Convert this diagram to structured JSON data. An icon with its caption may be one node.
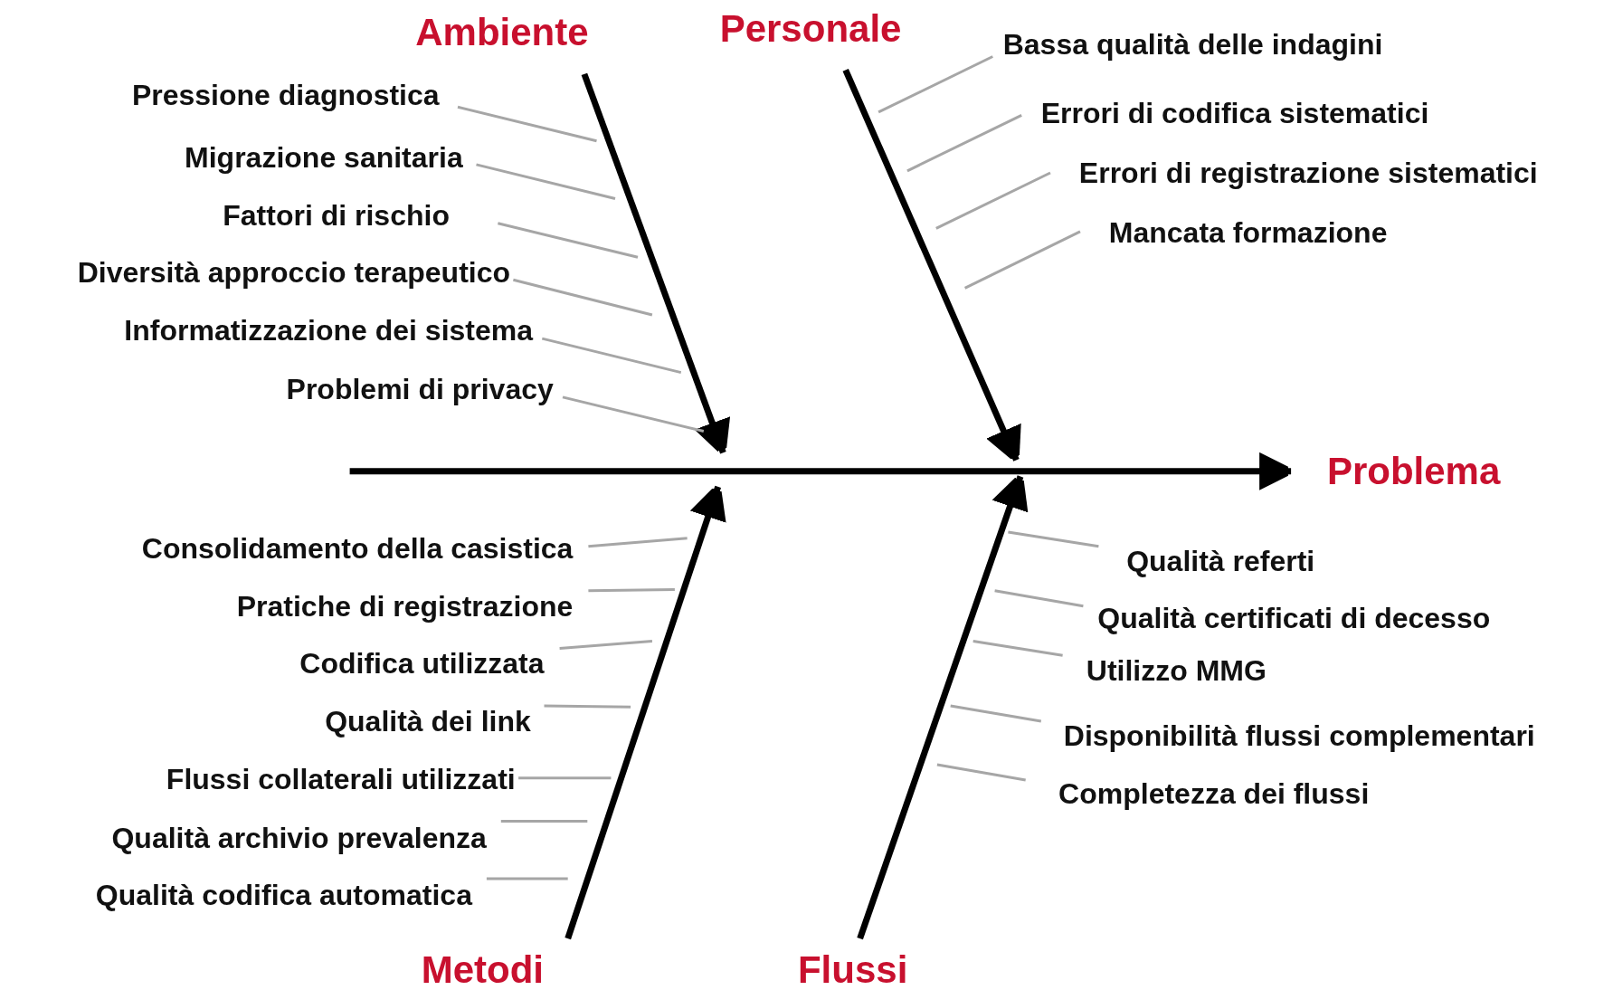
{
  "diagram": {
    "nodes": [
      {
        "text": [
          "Ambiente"
        ]
      },
      {
        "text": [
          "Pressione diagnostica"
        ]
      },
      {
        "text": [
          "Migrazione sanitaria"
        ]
      },
      {
        "text": [
          "Fattori di rischio"
        ]
      },
      {
        "text": [
          "Diversità approccio terapeutico"
        ]
      },
      {
        "text": [
          "Informatizzazione dei sistema"
        ]
      },
      {
        "text": [
          "Problemi di privacy"
        ]
      },
      {
        "text": [
          "Personale"
        ]
      },
      {
        "text": [
          "Bassa qualità delle indagini"
        ]
      },
      {
        "text": [
          "Errori di codifica sistematici"
        ]
      },
      {
        "text": [
          "Errori di registrazione sistematici"
        ]
      },
      {
        "text": [
          "Mancata formazione"
        ]
      },
      {
        "text": [
          "Problema"
        ]
      },
      {
        "text": [
          "Consolidamento della casistica"
        ]
      },
      {
        "text": [
          "Pratiche di registrazione"
        ]
      },
      {
        "text": [
          "Codifica utilizzata"
        ]
      },
      {
        "text": [
          "Qualità dei link"
        ]
      },
      {
        "text": [
          "Flussi collaterali utilizzati"
        ]
      },
      {
        "text": [
          "Qualità archivio prevalenza"
        ]
      },
      {
        "text": [
          "Qualità codifica automatica"
        ]
      },
      {
        "text": [
          "Qualità referti"
        ]
      },
      {
        "text": [
          "Qualità certificati di decesso"
        ]
      },
      {
        "text": [
          "Utilizzo MMG"
        ]
      },
      {
        "text": [
          "Disponibilità flussi complementari"
        ]
      },
      {
        "text": [
          "Completezza dei flussi"
        ]
      },
      {
        "text": [
          "Metodi"
        ]
      },
      {
        "text": [
          "Flussi"
        ]
      }
    ],
    "edges": [
      {
        "from": null,
        "to": 12,
        "arrow": "to",
        "style": "thick",
        "color": "#000000"
      },
      {
        "from": 0,
        "to": null,
        "arrow": "to",
        "style": "thick",
        "color": "#000000"
      },
      {
        "from": 7,
        "to": null,
        "arrow": "to",
        "style": "thick",
        "color": "#000000"
      },
      {
        "from": 25,
        "to": null,
        "arrow": "to",
        "style": "thick",
        "color": "#000000"
      },
      {
        "from": 26,
        "to": null,
        "arrow": "to",
        "style": "thick",
        "color": "#000000"
      },
      {
        "from": 1,
        "to": null,
        "arrow": "none"
      },
      {
        "from": 2,
        "to": null,
        "arrow": "none"
      },
      {
        "from": 3,
        "to": null,
        "arrow": "none"
      },
      {
        "from": 4,
        "to": null,
        "arrow": "none"
      },
      {
        "from": 5,
        "to": null,
        "arrow": "none"
      },
      {
        "from": 6,
        "to": null,
        "arrow": "none"
      },
      {
        "from": 8,
        "to": null,
        "arrow": "none"
      },
      {
        "from": 9,
        "to": null,
        "arrow": "none"
      },
      {
        "from": 10,
        "to": null,
        "arrow": "none"
      },
      {
        "from": 11,
        "to": null,
        "arrow": "none"
      },
      {
        "from": 13,
        "to": null,
        "arrow": "none"
      },
      {
        "from": 14,
        "to": null,
        "arrow": "none"
      },
      {
        "from": 15,
        "to": null,
        "arrow": "none"
      },
      {
        "from": 16,
        "to": null,
        "arrow": "none"
      },
      {
        "from": 17,
        "to": null,
        "arrow": "none"
      },
      {
        "from": 18,
        "to": null,
        "arrow": "none"
      },
      {
        "from": 19,
        "to": null,
        "arrow": "none"
      },
      {
        "from": 20,
        "to": null,
        "arrow": "none"
      },
      {
        "from": 21,
        "to": null,
        "arrow": "none"
      },
      {
        "from": 22,
        "to": null,
        "arrow": "none"
      },
      {
        "from": 23,
        "to": null,
        "arrow": "none"
      },
      {
        "from": 24,
        "to": null,
        "arrow": "none"
      }
    ]
  }
}
